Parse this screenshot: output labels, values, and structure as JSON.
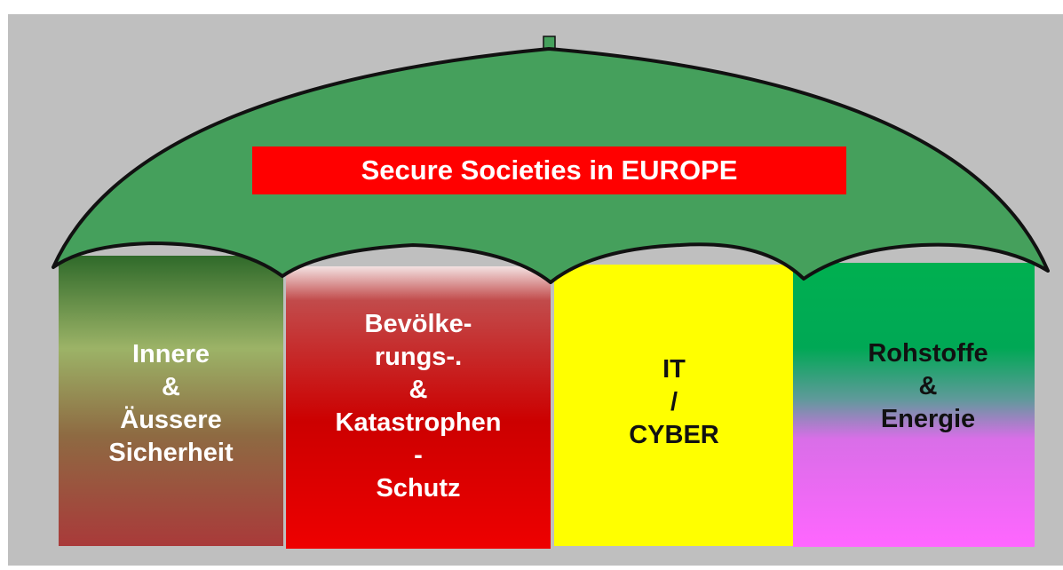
{
  "title": "Secure Societies in EUROPE",
  "pillars": [
    {
      "lines": [
        "Innere",
        "&",
        "Äussere",
        "Sicherheit"
      ],
      "text_color": "#ffffff"
    },
    {
      "lines": [
        "Bevölke-",
        "rungs-.",
        "&",
        "Katastrophen",
        "-",
        "Schutz"
      ],
      "text_color": "#ffffff"
    },
    {
      "lines": [
        "IT",
        "/",
        "CYBER"
      ],
      "text_color": "#111111"
    },
    {
      "lines": [
        "Rohstoffe",
        "&",
        "Energie"
      ],
      "text_color": "#111111"
    }
  ],
  "colors": {
    "background": "#bfbfbf",
    "umbrella": "#45a05c",
    "banner": "#ff0000",
    "it_cyber": "#ffff00",
    "rohstoffe_top": "#00b050",
    "rohstoffe_bottom": "#ff66ff"
  },
  "icons": {
    "umbrella": "umbrella-canopy-icon"
  }
}
